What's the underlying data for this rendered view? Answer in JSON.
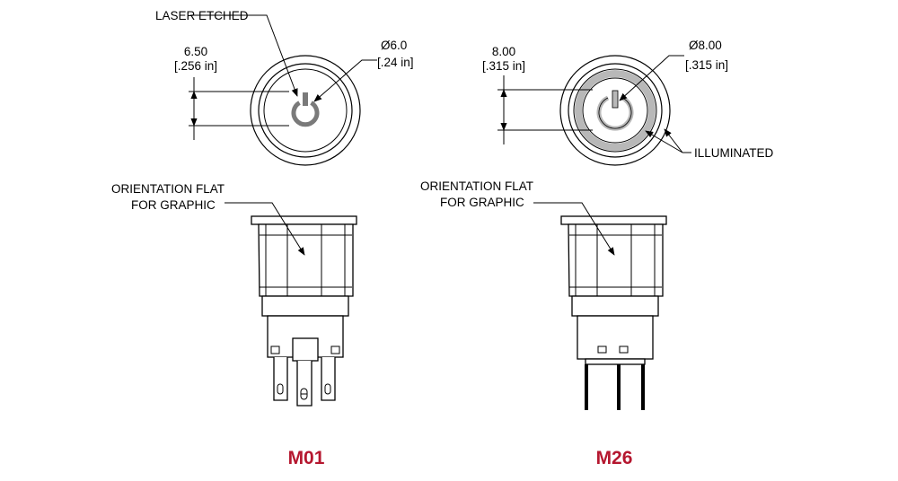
{
  "colors": {
    "model_label": "#b5172f",
    "etched": "#7a7a7a",
    "illuminated": "#b8b8b8",
    "line": "#000000"
  },
  "m01": {
    "etched_label": "LASER ETCHED",
    "dim_height": "6.50",
    "dim_height_in": "[.256 in]",
    "dia": "Ø6.0",
    "dia_in": "[.24 in]",
    "flat_line1": "ORIENTATION FLAT",
    "flat_line2": "FOR GRAPHIC",
    "model": "M01"
  },
  "m26": {
    "dim_height": "8.00",
    "dim_height_in": "[.315 in]",
    "dia": "Ø8.00",
    "dia_in": "[.315 in]",
    "illuminated_label": "ILLUMINATED",
    "flat_line1": "ORIENTATION FLAT",
    "flat_line2": "FOR GRAPHIC",
    "model": "M26"
  },
  "icons": {
    "power_symbol": "power-icon",
    "arrowhead": "arrowhead-icon"
  }
}
